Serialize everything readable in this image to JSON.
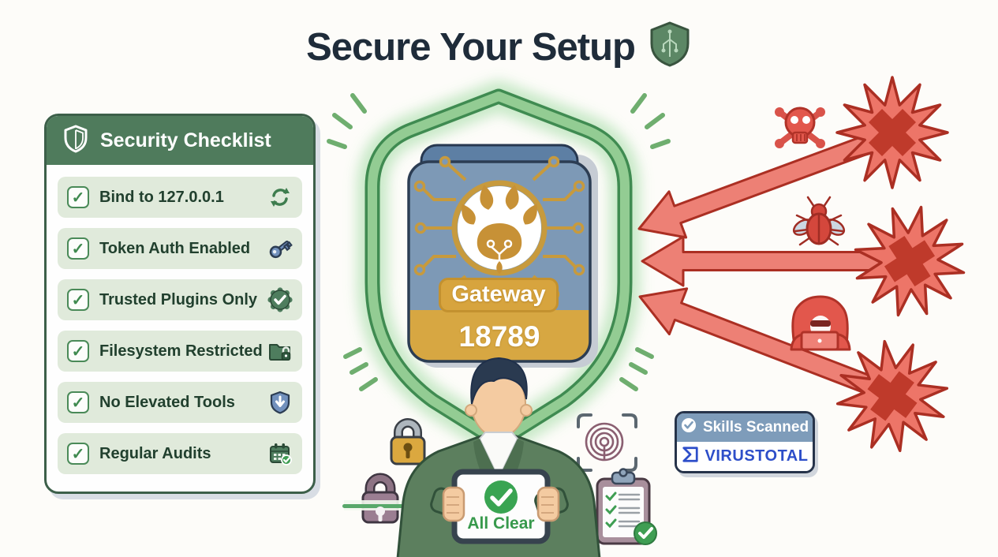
{
  "title": {
    "text": "Secure Your Setup"
  },
  "checklist": {
    "header": {
      "label": "Security Checklist"
    },
    "checkmark": "✓",
    "items": [
      {
        "checked": true,
        "label": "Bind to 127.0.0.1",
        "icon": "sync-arrows-icon"
      },
      {
        "checked": true,
        "label": "Token Auth Enabled",
        "icon": "key-icon"
      },
      {
        "checked": true,
        "label": "Trusted Plugins Only",
        "icon": "verified-badge-icon"
      },
      {
        "checked": true,
        "label": "Filesystem Restricted",
        "icon": "locked-folder-icon"
      },
      {
        "checked": true,
        "label": "No Elevated Tools",
        "icon": "shield-down-arrow-icon"
      },
      {
        "checked": true,
        "label": "Regular Audits",
        "icon": "calendar-check-icon"
      }
    ]
  },
  "gateway": {
    "label": "Gateway",
    "port": "18789"
  },
  "scan_badge": {
    "status": "Skills Scanned",
    "vendor": "VIRUSTOTAL"
  },
  "tablet": {
    "message": "All Clear"
  },
  "threats": [
    {
      "icon": "skull-crossbones-icon"
    },
    {
      "icon": "bug-icon"
    },
    {
      "icon": "hacker-icon"
    }
  ],
  "colors": {
    "header_green": "#4f7b5c",
    "item_bg_green": "#e0eadb",
    "shield_band_green": "#8fcb90",
    "card_blue": "#7d99b6",
    "gold": "#d7a43e",
    "threat_red": "#ed7568",
    "threat_red_dark": "#ab2f23",
    "scan_badge_blue": "#7e9cba",
    "virustotal_blue": "#2d4ec9",
    "ok_green": "#39a452"
  }
}
